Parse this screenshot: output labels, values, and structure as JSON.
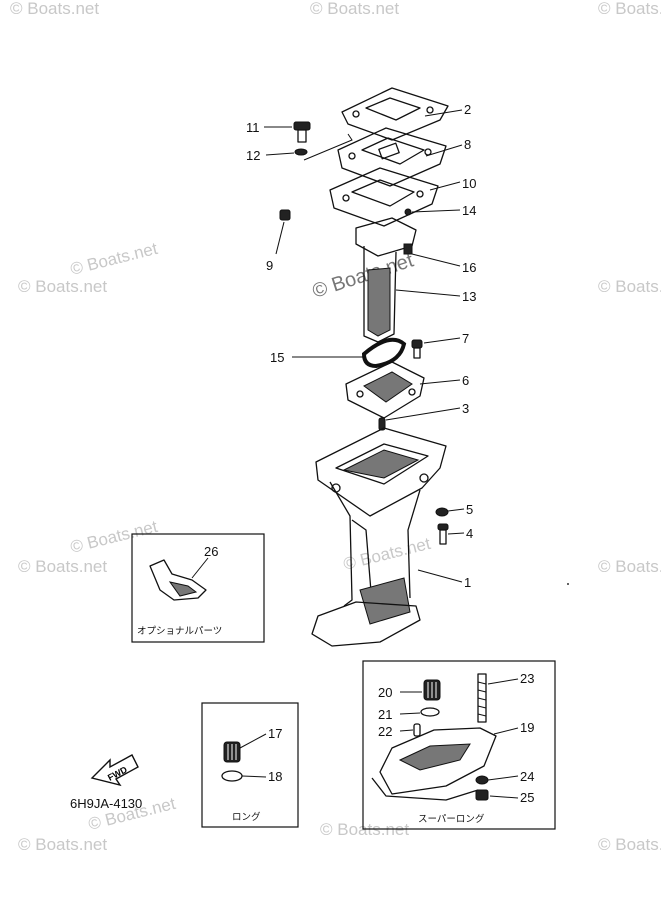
{
  "diagram_code": "6H9JA-4130",
  "fwd_label": "FWD",
  "center_watermark": "© Boats.net",
  "edge_watermark": "© Boats.net",
  "boxes": {
    "optional": "オプショナルパーツ",
    "long": "ロング",
    "super_long": "スーパーロング"
  },
  "callouts": {
    "p1": "1",
    "p2": "2",
    "p3": "3",
    "p4": "4",
    "p5": "5",
    "p6": "6",
    "p7": "7",
    "p8": "8",
    "p9": "9",
    "p10": "10",
    "p11": "11",
    "p12": "12",
    "p13": "13",
    "p14": "14",
    "p15": "15",
    "p16": "16",
    "p17": "17",
    "p18": "18",
    "p19": "19",
    "p20": "20",
    "p21": "21",
    "p22": "22",
    "p23": "23",
    "p24": "24",
    "p25": "25",
    "p26": "26"
  }
}
